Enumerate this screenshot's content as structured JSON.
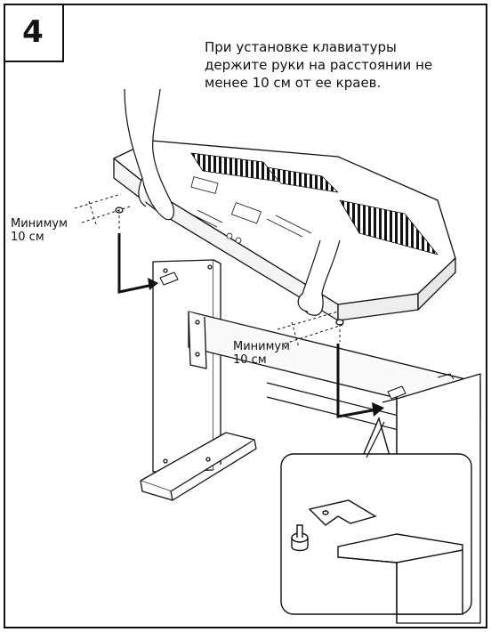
{
  "step": {
    "number": "4"
  },
  "instruction": {
    "lines": [
      "При установке клавиатуры",
      "держите руки на расстоянии не",
      "менее 10 см от ее краев."
    ]
  },
  "labels": {
    "left": {
      "line1": "Минимум",
      "line2": "10 см"
    },
    "right": {
      "line1": "Минимум",
      "line2": "10 см"
    }
  },
  "icons": [
    "keyboard-illustration",
    "stand-illustration",
    "hand-illustration",
    "arrow-icon",
    "detail-inset"
  ]
}
